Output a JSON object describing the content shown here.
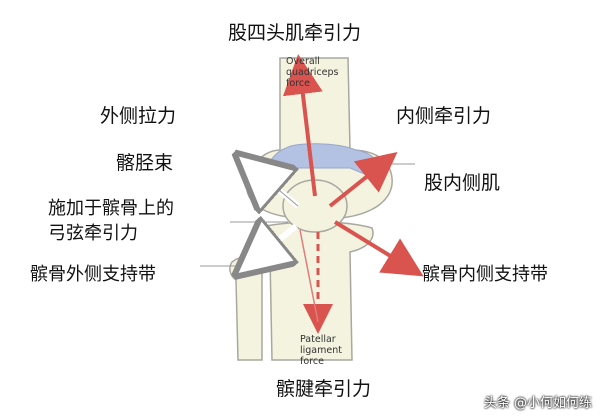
{
  "labels": {
    "quad_top": "股四头肌牵引力",
    "lateral_pull": "外侧拉力",
    "medial_pull": "内侧牵引力",
    "it_band": "髂胫束",
    "vastus_medialis": "股内侧肌",
    "bowstring_line1": "施加于髌骨上的",
    "bowstring_line2": "弓弦牵引力",
    "lat_retinaculum": "髌骨外侧支持带",
    "med_retinaculum": "髌骨内侧支持带",
    "patellar_tendon": "髌腱牵引力"
  },
  "figure_text": {
    "overall_line1": "Overall",
    "overall_line2": "quadriceps",
    "overall_line3": "force",
    "patellar_line1": "Patellar",
    "patellar_line2": "ligament",
    "patellar_line3": "force"
  },
  "watermark": "头条 @小何如何练",
  "colors": {
    "arrow_red": "#d9534f",
    "bone_fill": "#f4f3df",
    "cartilage_blue": "#b3c1e3",
    "outline": "#a8a8a0"
  }
}
